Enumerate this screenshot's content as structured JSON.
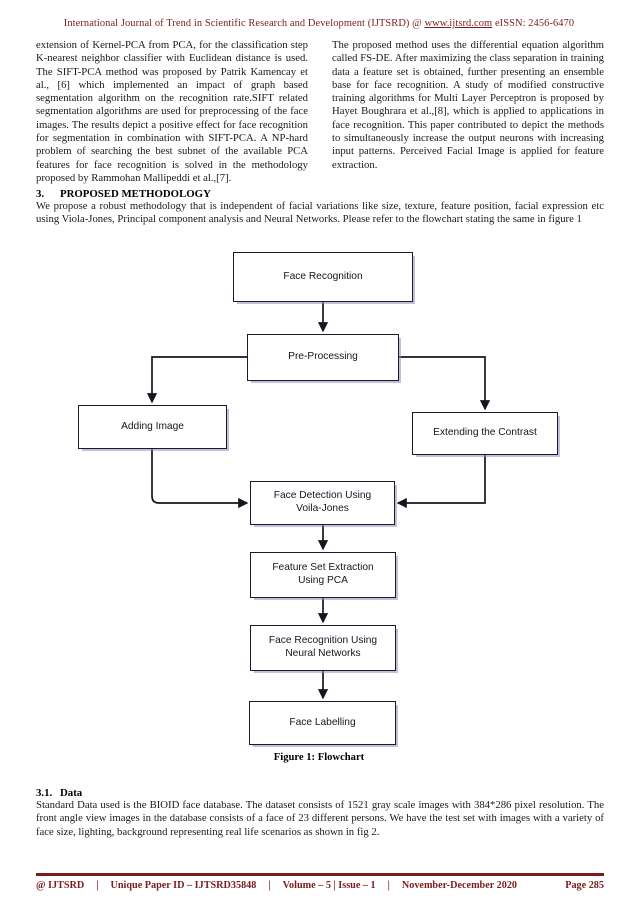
{
  "header": {
    "prefix": "International Journal of Trend in Scientific Research and Development (IJTSRD) @ ",
    "link": "www.ijtsrd.com",
    "suffix": " eISSN: 2456-6470",
    "color": "#7b1d1d"
  },
  "columns": {
    "left": "extension of Kernel-PCA from PCA, for the classification step K-nearest neighbor classifier with Euclidean distance is used. The SIFT-PCA method was proposed by Patrik Kamencay et al., [6] which implemented an impact of graph based segmentation algorithm on the recognition rate.SIFT related segmentation algorithms are used for preprocessing of the face images. The results depict a positive effect for face recognition for segmentation in combination with SIFT-PCA. A NP-hard problem of searching the best subnet of the available PCA features for face recognition is solved in the methodology proposed by Rammohan Mallipeddi et al.,[7].",
    "right": "The proposed method uses the differential equation algorithm called FS-DE. After maximizing the class separation in training data a feature set is obtained, further presenting an ensemble base for face recognition. A study of modified constructive training algorithms for Multi Layer Perceptron is proposed by Hayet Boughrara et al.,[8], which is applied to applications in face recognition. This paper contributed to depict the methods to simultaneously increase the output neurons with increasing input patterns. Perceived Facial Image is applied for feature extraction."
  },
  "sections": {
    "methodology": {
      "number": "3.",
      "title": "PROPOSED METHODOLOGY",
      "body": "We propose a robust methodology that is independent of facial variations like size, texture, feature position, facial expression etc using Viola-Jones, Principal component analysis and Neural Networks. Please refer to the flowchart stating the same in figure 1"
    },
    "data": {
      "number": "3.1.",
      "title": "Data",
      "body": "Standard Data used is the BIOID face database. The dataset consists of 1521 gray scale images with 384*286 pixel resolution. The front angle view images in the database consists of a face of 23 different persons. We have the test set with images with a variety of face size, lighting, background representing real life scenarios as shown in fig 2."
    }
  },
  "flowchart": {
    "caption": "Figure 1: Flowchart",
    "border_color": "#1a1a2e",
    "shadow_color": "#8c8cbe",
    "nodes": [
      {
        "id": "face-recognition",
        "label": "Face Recognition"
      },
      {
        "id": "pre-processing",
        "label": "Pre-Processing"
      },
      {
        "id": "adding-image",
        "label": "Adding Image"
      },
      {
        "id": "extending-contrast",
        "label": "Extending the Contrast"
      },
      {
        "id": "face-detection",
        "label": "Face Detection Using\nVoila-Jones"
      },
      {
        "id": "feature-set",
        "label": "Feature Set Extraction\nUsing PCA"
      },
      {
        "id": "face-recog-nn",
        "label": "Face Recognition Using\nNeural Networks"
      },
      {
        "id": "face-labelling",
        "label": "Face Labelling"
      }
    ],
    "edges": [
      {
        "from": "face-recognition",
        "to": "pre-processing"
      },
      {
        "from": "pre-processing",
        "to": "adding-image"
      },
      {
        "from": "pre-processing",
        "to": "extending-contrast"
      },
      {
        "from": "adding-image",
        "to": "face-detection"
      },
      {
        "from": "extending-contrast",
        "to": "face-detection"
      },
      {
        "from": "face-detection",
        "to": "feature-set"
      },
      {
        "from": "feature-set",
        "to": "face-recog-nn"
      },
      {
        "from": "face-recog-nn",
        "to": "face-labelling"
      }
    ]
  },
  "footer": {
    "journal": "@ IJTSRD",
    "sep": "|",
    "paper_id": "Unique Paper ID – IJTSRD35848",
    "volume": "Volume – 5 | Issue – 1",
    "issue_date": "November-December 2020",
    "page": "Page 285",
    "color": "#7b1d1d"
  }
}
